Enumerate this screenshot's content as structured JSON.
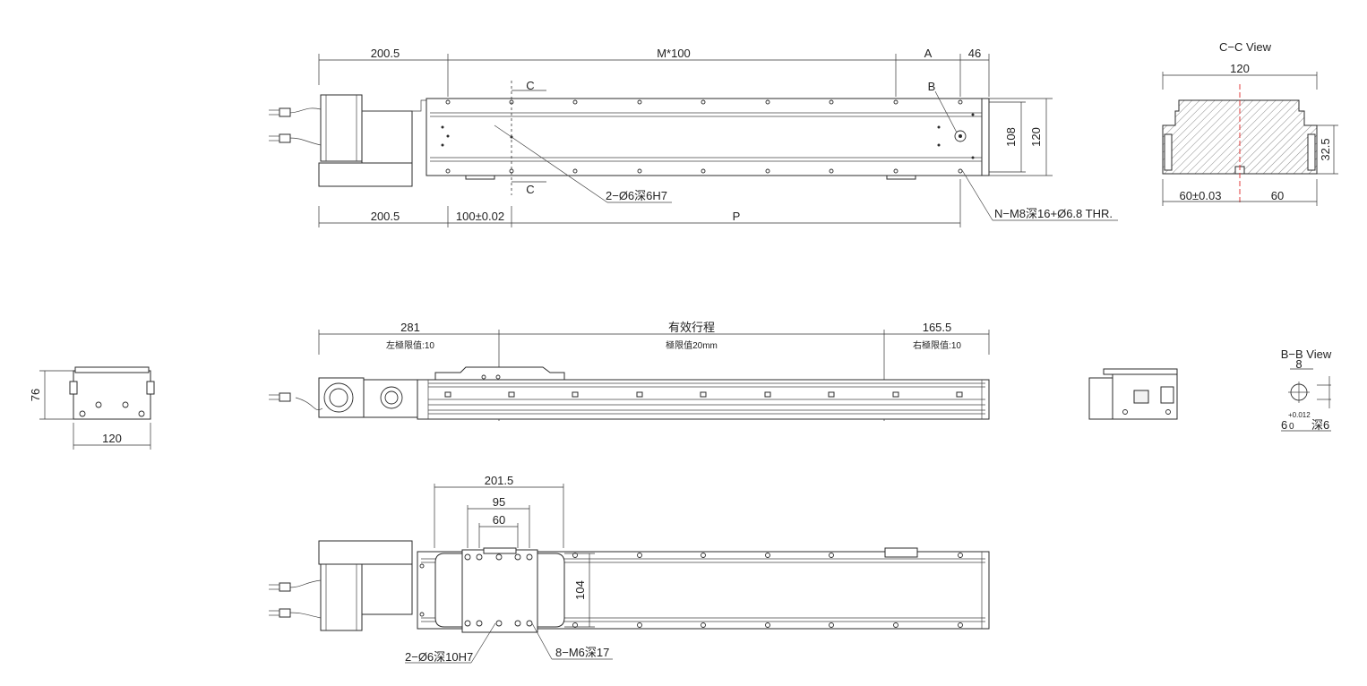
{
  "top_view": {
    "dim_left": "200.5",
    "dim_mid": "M*100",
    "dim_a": "A",
    "dim_46": "46",
    "label_c": "C",
    "label_b": "B",
    "dim_108": "108",
    "dim_120": "120",
    "callout_holes": "2−Ø6深6H7",
    "callout_thread": "N−M8深16+Ø6.8 THR.",
    "dim_bottom_left": "200.5",
    "dim_bottom_mid": "100±0.02",
    "dim_bottom_p": "P"
  },
  "cc_view": {
    "title": "C−C View",
    "dim_top": "120",
    "dim_height": "32.5",
    "dim_left": "60±0.03",
    "dim_right": "60"
  },
  "side_view": {
    "dim_281": "281",
    "dim_281_note": "左極限值:10",
    "dim_stroke": "有效行程",
    "dim_stroke_note": "極限值20mm",
    "dim_165": "165.5",
    "dim_165_note": "右極限值:10"
  },
  "end_view_left": {
    "dim_76": "76",
    "dim_120": "120"
  },
  "bb_view": {
    "title": "B−B View",
    "dim_8": "8",
    "tolerance": "+0.012",
    "dim_6": "6",
    "tol_zero": "0",
    "depth": "深6"
  },
  "bottom_view": {
    "dim_201": "201.5",
    "dim_95": "95",
    "dim_60": "60",
    "dim_104": "104",
    "callout_holes": "2−Ø6深10H7",
    "callout_thread": "8−M6深17"
  }
}
